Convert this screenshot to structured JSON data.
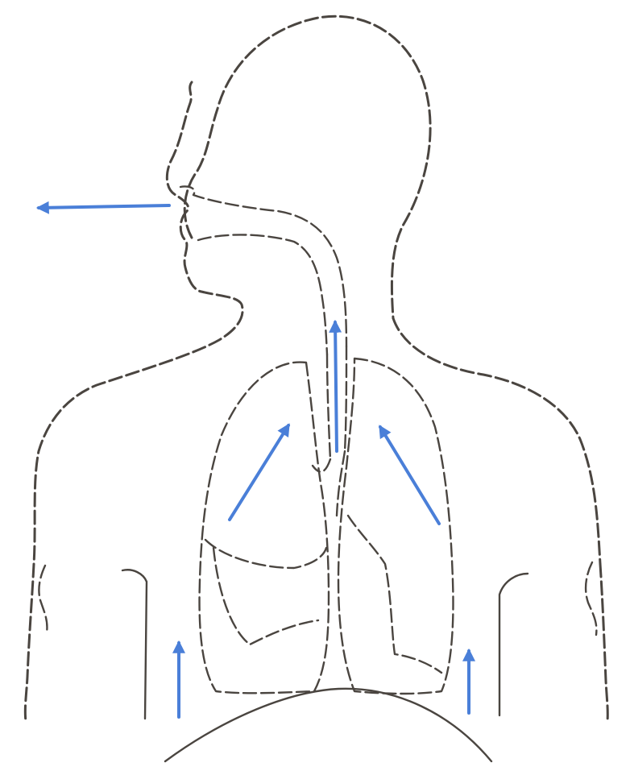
{
  "colors": {
    "outline": "#4a4540",
    "air_flow": "#4a7fd8",
    "background": "#ffffff"
  },
  "diagram": {
    "type": "respiratory-system-exhalation",
    "arrow_directions": {
      "nose": "out",
      "trachea": "up",
      "left_lung": "up",
      "right_lung": "up",
      "left_diaphragm": "up",
      "right_diaphragm": "up"
    }
  }
}
